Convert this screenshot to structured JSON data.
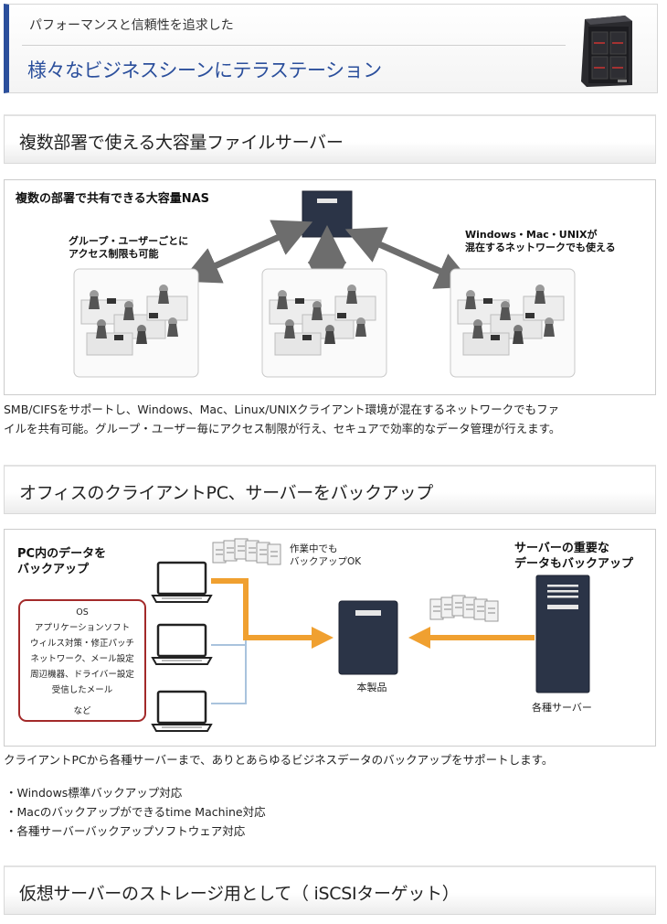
{
  "hero": {
    "subtitle": "パフォーマンスと信頼性を追求した",
    "title": "様々なビジネスシーンにテラステーション"
  },
  "section1": {
    "heading": "複数部署で使える大容量ファイルサーバー",
    "figure": {
      "title": "複数の部署で共有できる大容量NAS",
      "left_label_line1": "グループ・ユーザーごとに",
      "left_label_line2": "アクセス制限も可能",
      "right_label_line1": "Windows・Mac・UNIXが",
      "right_label_line2": "混在するネットワークでも使える"
    },
    "description_line1": "SMB/CIFSをサポートし、Windows、Mac、Linux/UNIXクライアント環境が混在するネットワークでもファ",
    "description_line2": "イルを共有可能。グループ・ユーザー毎にアクセス制限が行え、セキュアで効率的なデータ管理が行えます。"
  },
  "section2": {
    "heading": "オフィスのクライアントPC、サーバーをバックアップ",
    "figure": {
      "pc_title_line1": "PC内のデータを",
      "pc_title_line2": "バックアップ",
      "data_items": [
        "OS",
        "アプリケーションソフト",
        "ウィルス対策・修正パッチ",
        "ネットワーク、メール設定",
        "周辺機器、ドライバー設定",
        "受信したメール",
        "など"
      ],
      "working_line1": "作業中でも",
      "working_line2": "バックアップOK",
      "server_title_line1": "サーバーの重要な",
      "server_title_line2": "データもバックアップ",
      "product_label": "本製品",
      "servers_label": "各種サーバー"
    },
    "description": "クライアントPCから各種サーバーまで、ありとあらゆるビジネスデータのバックアップをサポートします。",
    "features": [
      "・Windows標準バックアップ対応",
      "・Macのバックアップができるtime Machine対応",
      "・各種サーバーバックアップソフトウェア対応"
    ]
  },
  "section3": {
    "heading": "仮想サーバーのストレージ用として（ iSCSIターゲット）"
  },
  "colors": {
    "accent": "#2b4f9c",
    "arrow_gray": "#6d6d6d",
    "arrow_orange": "#f0a030",
    "line_blue": "#a9c3dd",
    "box_red": "#a32a2a",
    "device_navy": "#2b3447"
  },
  "icons": [
    "nas-device-icon",
    "office-desks-icon",
    "laptop-icon",
    "document-stack-icon",
    "tower-server-icon"
  ]
}
